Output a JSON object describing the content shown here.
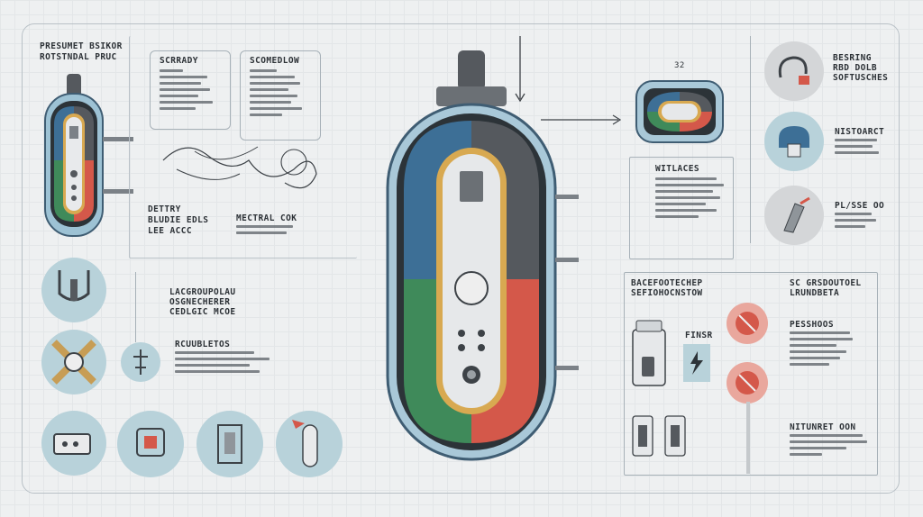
{
  "top_left": {
    "title_line1": "PRESUMET BSIKOR",
    "title_line2": "ROTSTNDAL PRUC"
  },
  "box_a": {
    "heading": "SCRRADY"
  },
  "box_b": {
    "heading": "SCOMEDLOW"
  },
  "label_dettry": {
    "line1": "DETTRY",
    "line2": "BLUDIE EDLS",
    "line3": "LEE ACCC"
  },
  "label_mectral": {
    "heading": "MECTRAL COK"
  },
  "label_lacgroup": {
    "line1": "LACGROUPOLAU",
    "line2": "OSGNECHERER",
    "line3": "CEDLGIC MCOE"
  },
  "label_rcuubletos": {
    "heading": "RCUUBLETOS"
  },
  "center_badge": "32",
  "label_witlaces": {
    "heading": "WITLACES"
  },
  "label_besring": {
    "line1": "BESRING",
    "line2": "RBD DOLB",
    "line3": "SOFTUSCHES"
  },
  "label_nistoarct": {
    "heading": "NISTOARCT"
  },
  "label_plsse": {
    "heading": "PL/SSE OO"
  },
  "label_bacer": {
    "line1": "BACEFOOTECHEP",
    "line2": "SEFIOHOCNSTOW"
  },
  "label_sc": {
    "line1": "SC GRSDOUTOEL",
    "line2": "LRUNDBETA"
  },
  "label_pesshoos": {
    "heading": "PESSHOOS"
  },
  "label_finsr": {
    "heading": "FINSR"
  },
  "label_nitunret": {
    "heading": "NITUNRET OON"
  },
  "colors": {
    "blue": "#3d6f96",
    "green": "#3f8a5a",
    "red": "#d4584a",
    "gray": "#55595e",
    "gold": "#d8a951",
    "circle": "#b8d2da",
    "line": "#a7b1b8"
  }
}
